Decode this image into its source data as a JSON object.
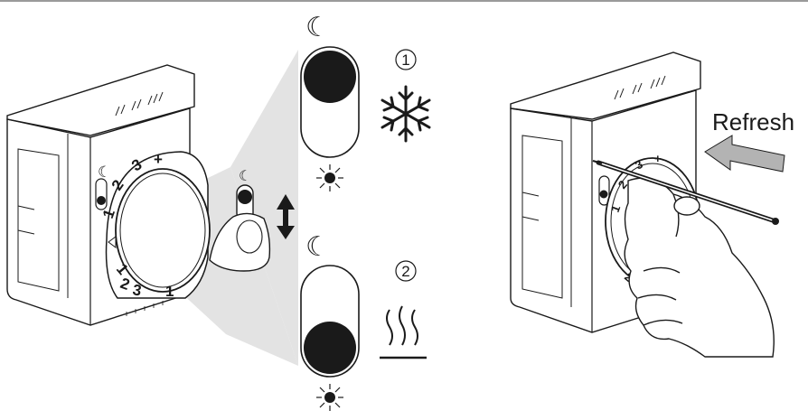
{
  "callouts": {
    "action_label": "Refresh",
    "step_1": "1",
    "step_2": "2"
  },
  "dial": {
    "scale_marks": [
      "1",
      "2",
      "3",
      "+"
    ],
    "lower_marks": [
      "1",
      "2",
      "3",
      "1"
    ]
  },
  "icons": {
    "night_mode": "moon-icon",
    "day_mode": "sun-icon",
    "frost_protection": "snowflake-icon",
    "heating": "heat-waves-icon",
    "slide_direction": "up-down-arrow-icon",
    "refresh_direction": "left-arrow-icon"
  },
  "colors": {
    "line": "#1a1a1a",
    "highlight": "#e3e3e3",
    "arrow_fill": "#b3b3b3",
    "top_rule": "#9a9a9a"
  }
}
